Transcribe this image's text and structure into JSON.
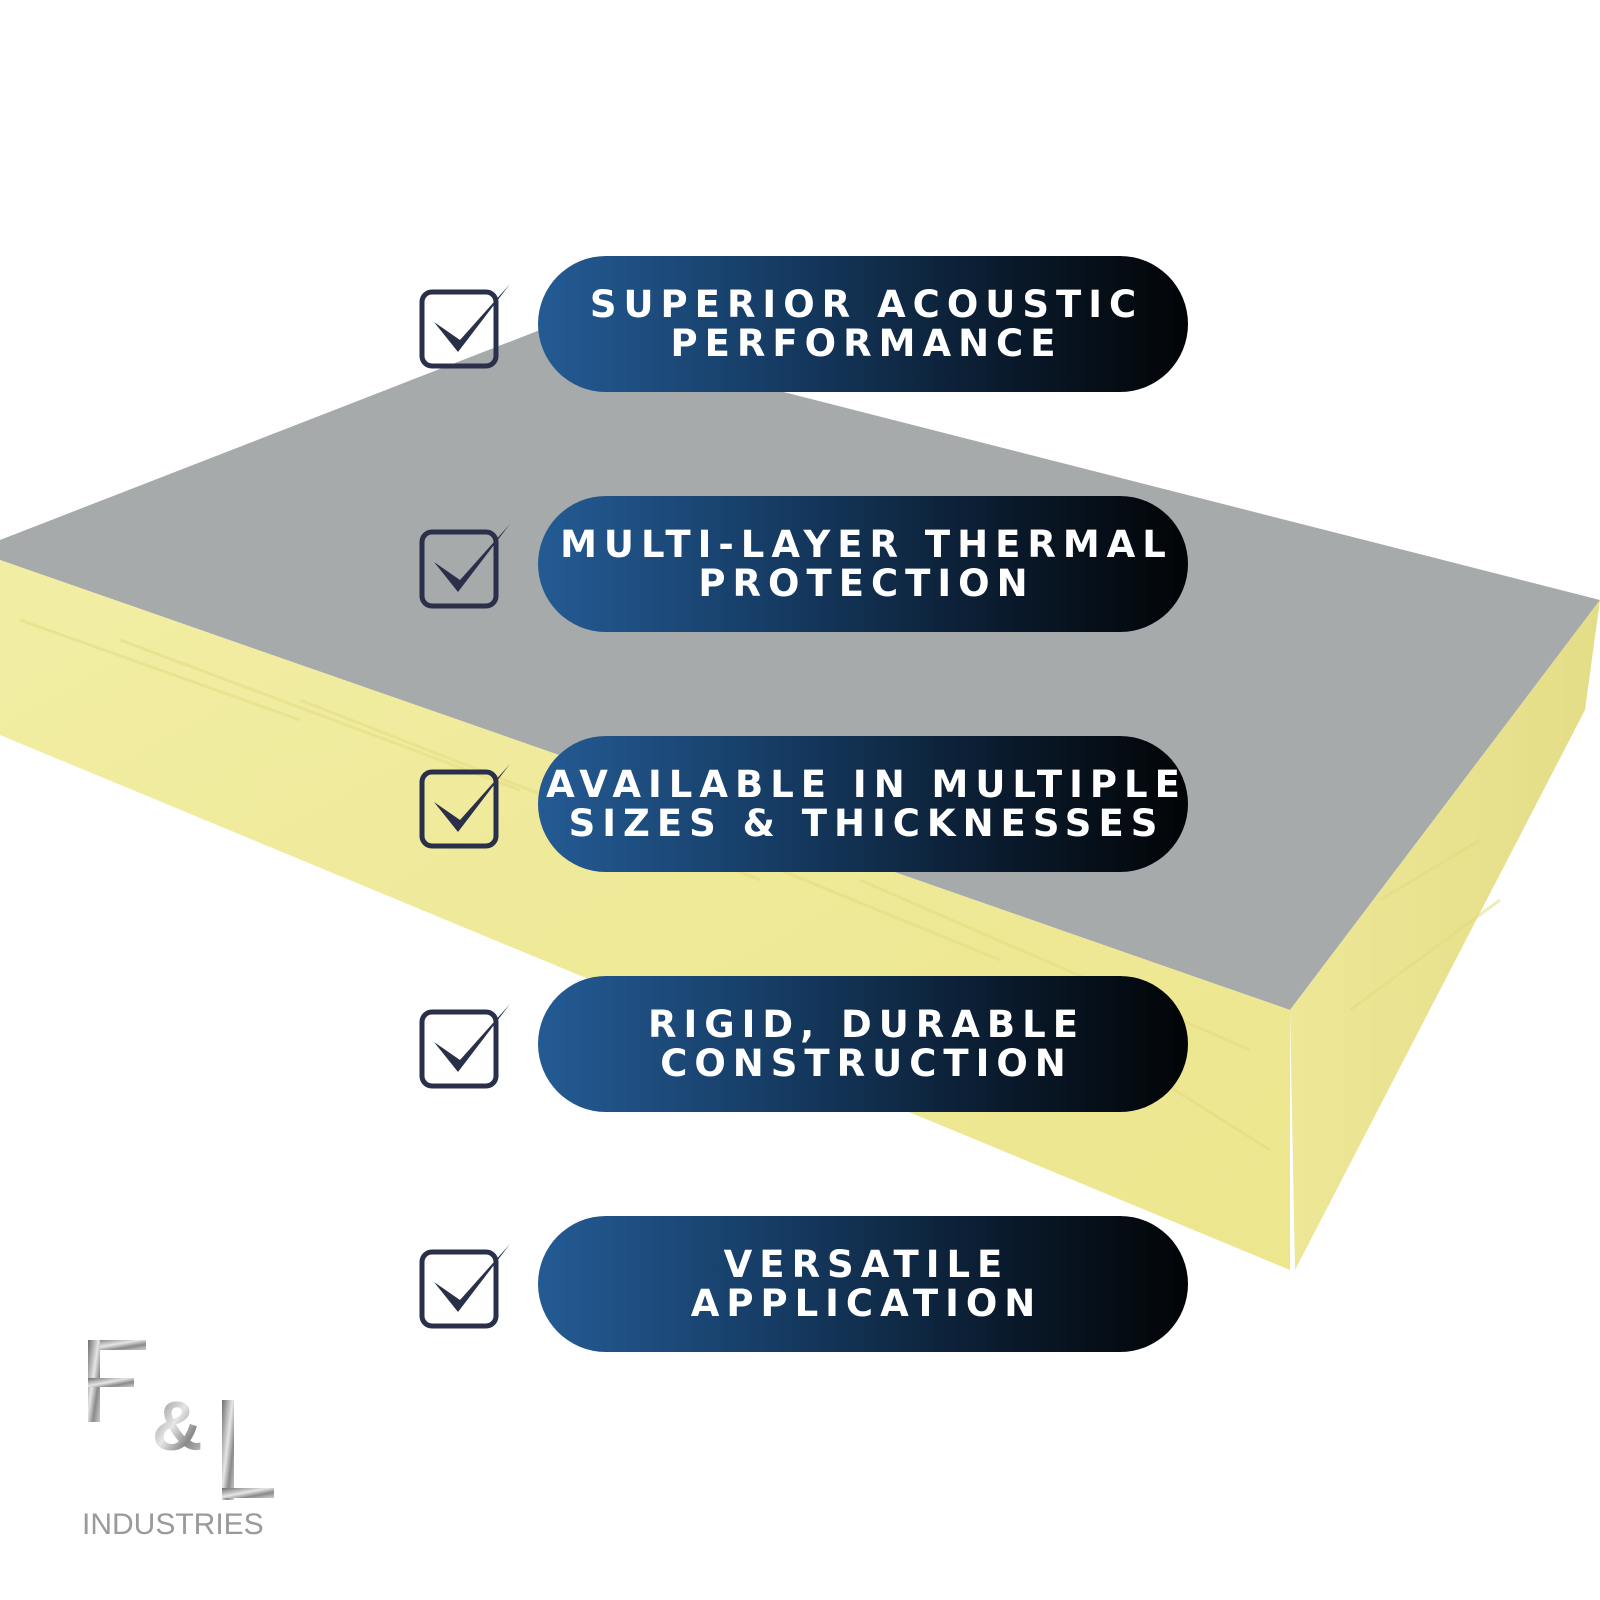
{
  "colors": {
    "board_top": "#8f9294",
    "board_side": "#ece57a",
    "pill_start": "#245b94",
    "pill_end": "#020406",
    "checkbox_stroke": "#2a2f4a"
  },
  "features": [
    {
      "label": "SUPERIOR ACOUSTIC\nPERFORMANCE",
      "checked": true,
      "icon": "checkbox-checked-icon"
    },
    {
      "label": "MULTI-LAYER THERMAL\nPROTECTION",
      "checked": true,
      "icon": "checkbox-checked-icon"
    },
    {
      "label": "AVAILABLE IN MULTIPLE\nSIZES & THICKNESSES",
      "checked": true,
      "icon": "checkbox-checked-icon"
    },
    {
      "label": "RIGID, DURABLE\nCONSTRUCTION",
      "checked": true,
      "icon": "checkbox-checked-icon"
    },
    {
      "label": "VERSATILE APPLICATION",
      "checked": true,
      "icon": "checkbox-checked-icon"
    }
  ],
  "logo": {
    "mark": "F&L",
    "word": "INDUSTRIES"
  }
}
